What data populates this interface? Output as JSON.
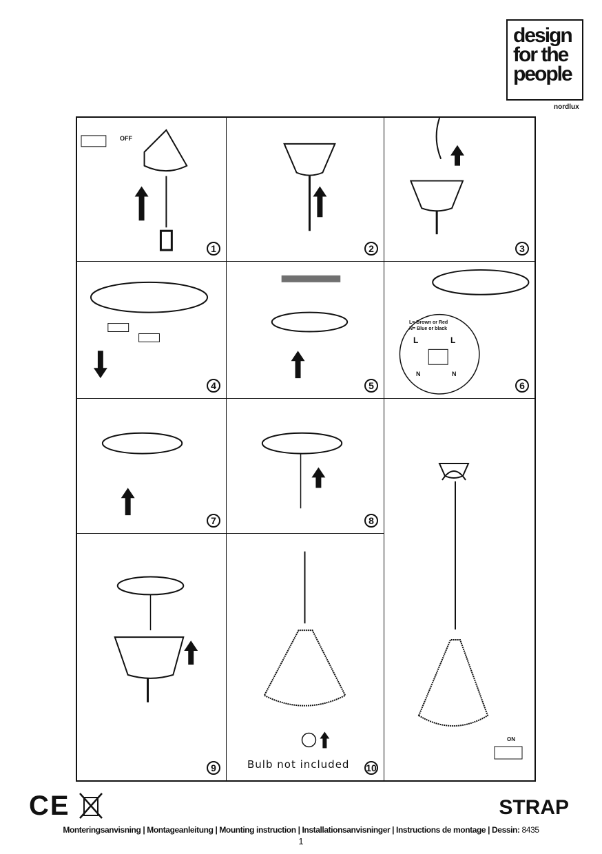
{
  "brand": {
    "logo": "design for the people",
    "sub": "nordlux"
  },
  "product": "STRAP",
  "panels": [
    {
      "number": "1",
      "label": "OFF"
    },
    {
      "number": "2"
    },
    {
      "number": "3"
    },
    {
      "number": "4"
    },
    {
      "number": "5"
    },
    {
      "number": "6",
      "wiring_l": "L= Brown or Red",
      "wiring_n": "N= Blue or black",
      "l": "L",
      "n": "N"
    },
    {
      "number": "7"
    },
    {
      "number": "8"
    },
    {
      "number": "9"
    },
    {
      "number": "10",
      "note": "Bulb not included"
    },
    {
      "label": "ON"
    }
  ],
  "footer": {
    "text": "Monteringsanvisning | Montageanleitung | Mounting instruction | Installationsanvisninger | Instructions de montage | Dessin:",
    "code": "8435",
    "page": "1"
  },
  "marks": {
    "ce": "CE"
  }
}
